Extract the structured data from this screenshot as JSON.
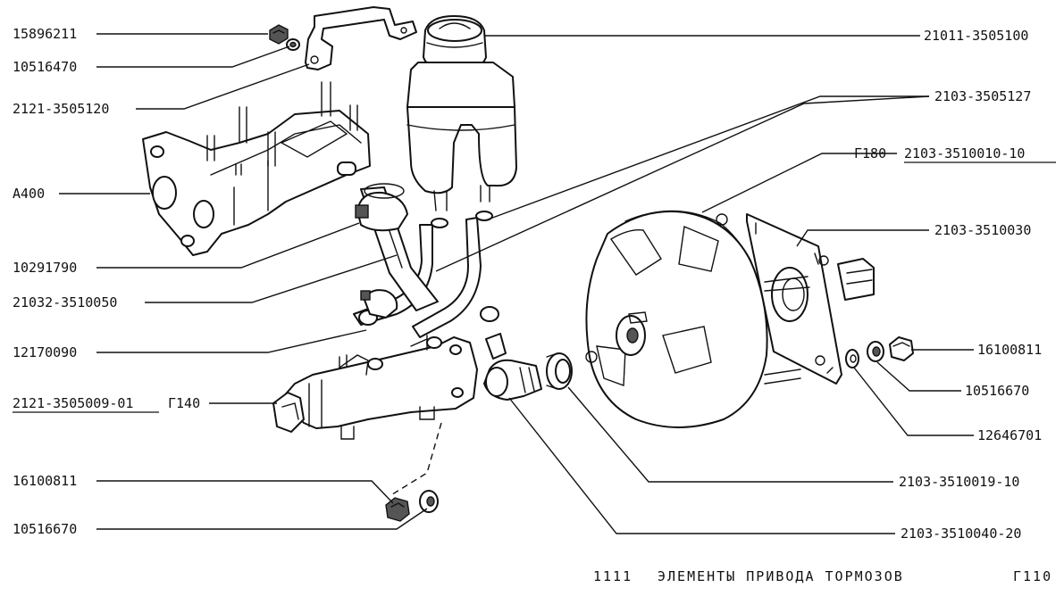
{
  "labels": {
    "l15896211": "15896211",
    "l10516470": "10516470",
    "l2121_3505120": "2121-3505120",
    "lA400": "A400",
    "l10291790": "10291790",
    "l21032_3510050": "21032-3510050",
    "l12170090": "12170090",
    "l2121_3505009_01": "2121-3505009-01",
    "lG140": "Г140",
    "l16100811_left": "16100811",
    "l10516670_left": "10516670",
    "l21011_3505100": "21011-3505100",
    "l2103_3505127": "2103-3505127",
    "lG180": "Г180",
    "l2103_3510010_10": "2103-3510010-10",
    "l2103_3510030": "2103-3510030",
    "l16100811_right": "16100811",
    "l10516670_right": "10516670",
    "l12646701": "12646701",
    "l2103_3510019_10": "2103-3510019-10",
    "l2103_3510040_20": "2103-3510040-20"
  },
  "footer": {
    "model": "1111",
    "title": "ЭЛЕМЕНТЫ ПРИВОДА ТОРМОЗОВ",
    "page": "Г110"
  }
}
